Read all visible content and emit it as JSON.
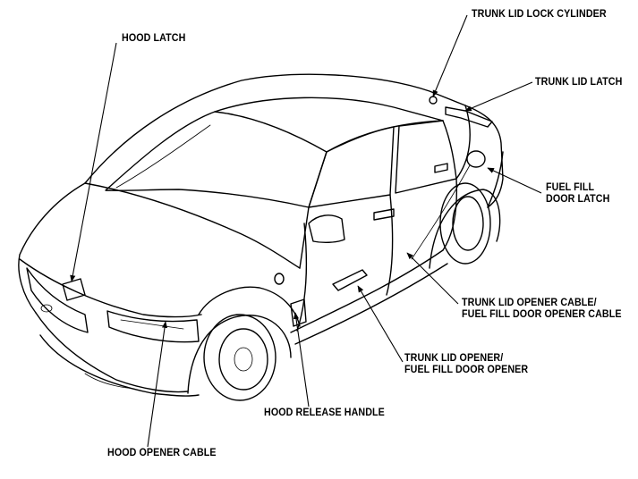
{
  "labels": {
    "trunk_lid_lock_cylinder": "TRUNK LID LOCK CYLINDER",
    "hood_latch": "HOOD LATCH",
    "trunk_lid_latch": "TRUNK LID LATCH",
    "fuel_fill_door_latch": "FUEL FILL\nDOOR LATCH",
    "trunk_lid_opener_cable": "TRUNK LID OPENER CABLE/\nFUEL FILL DOOR OPENER CABLE",
    "trunk_lid_opener": "TRUNK LID OPENER/\nFUEL FILL DOOR OPENER",
    "hood_release_handle": "HOOD RELEASE HANDLE",
    "hood_opener_cable": "HOOD OPENER CABLE"
  }
}
